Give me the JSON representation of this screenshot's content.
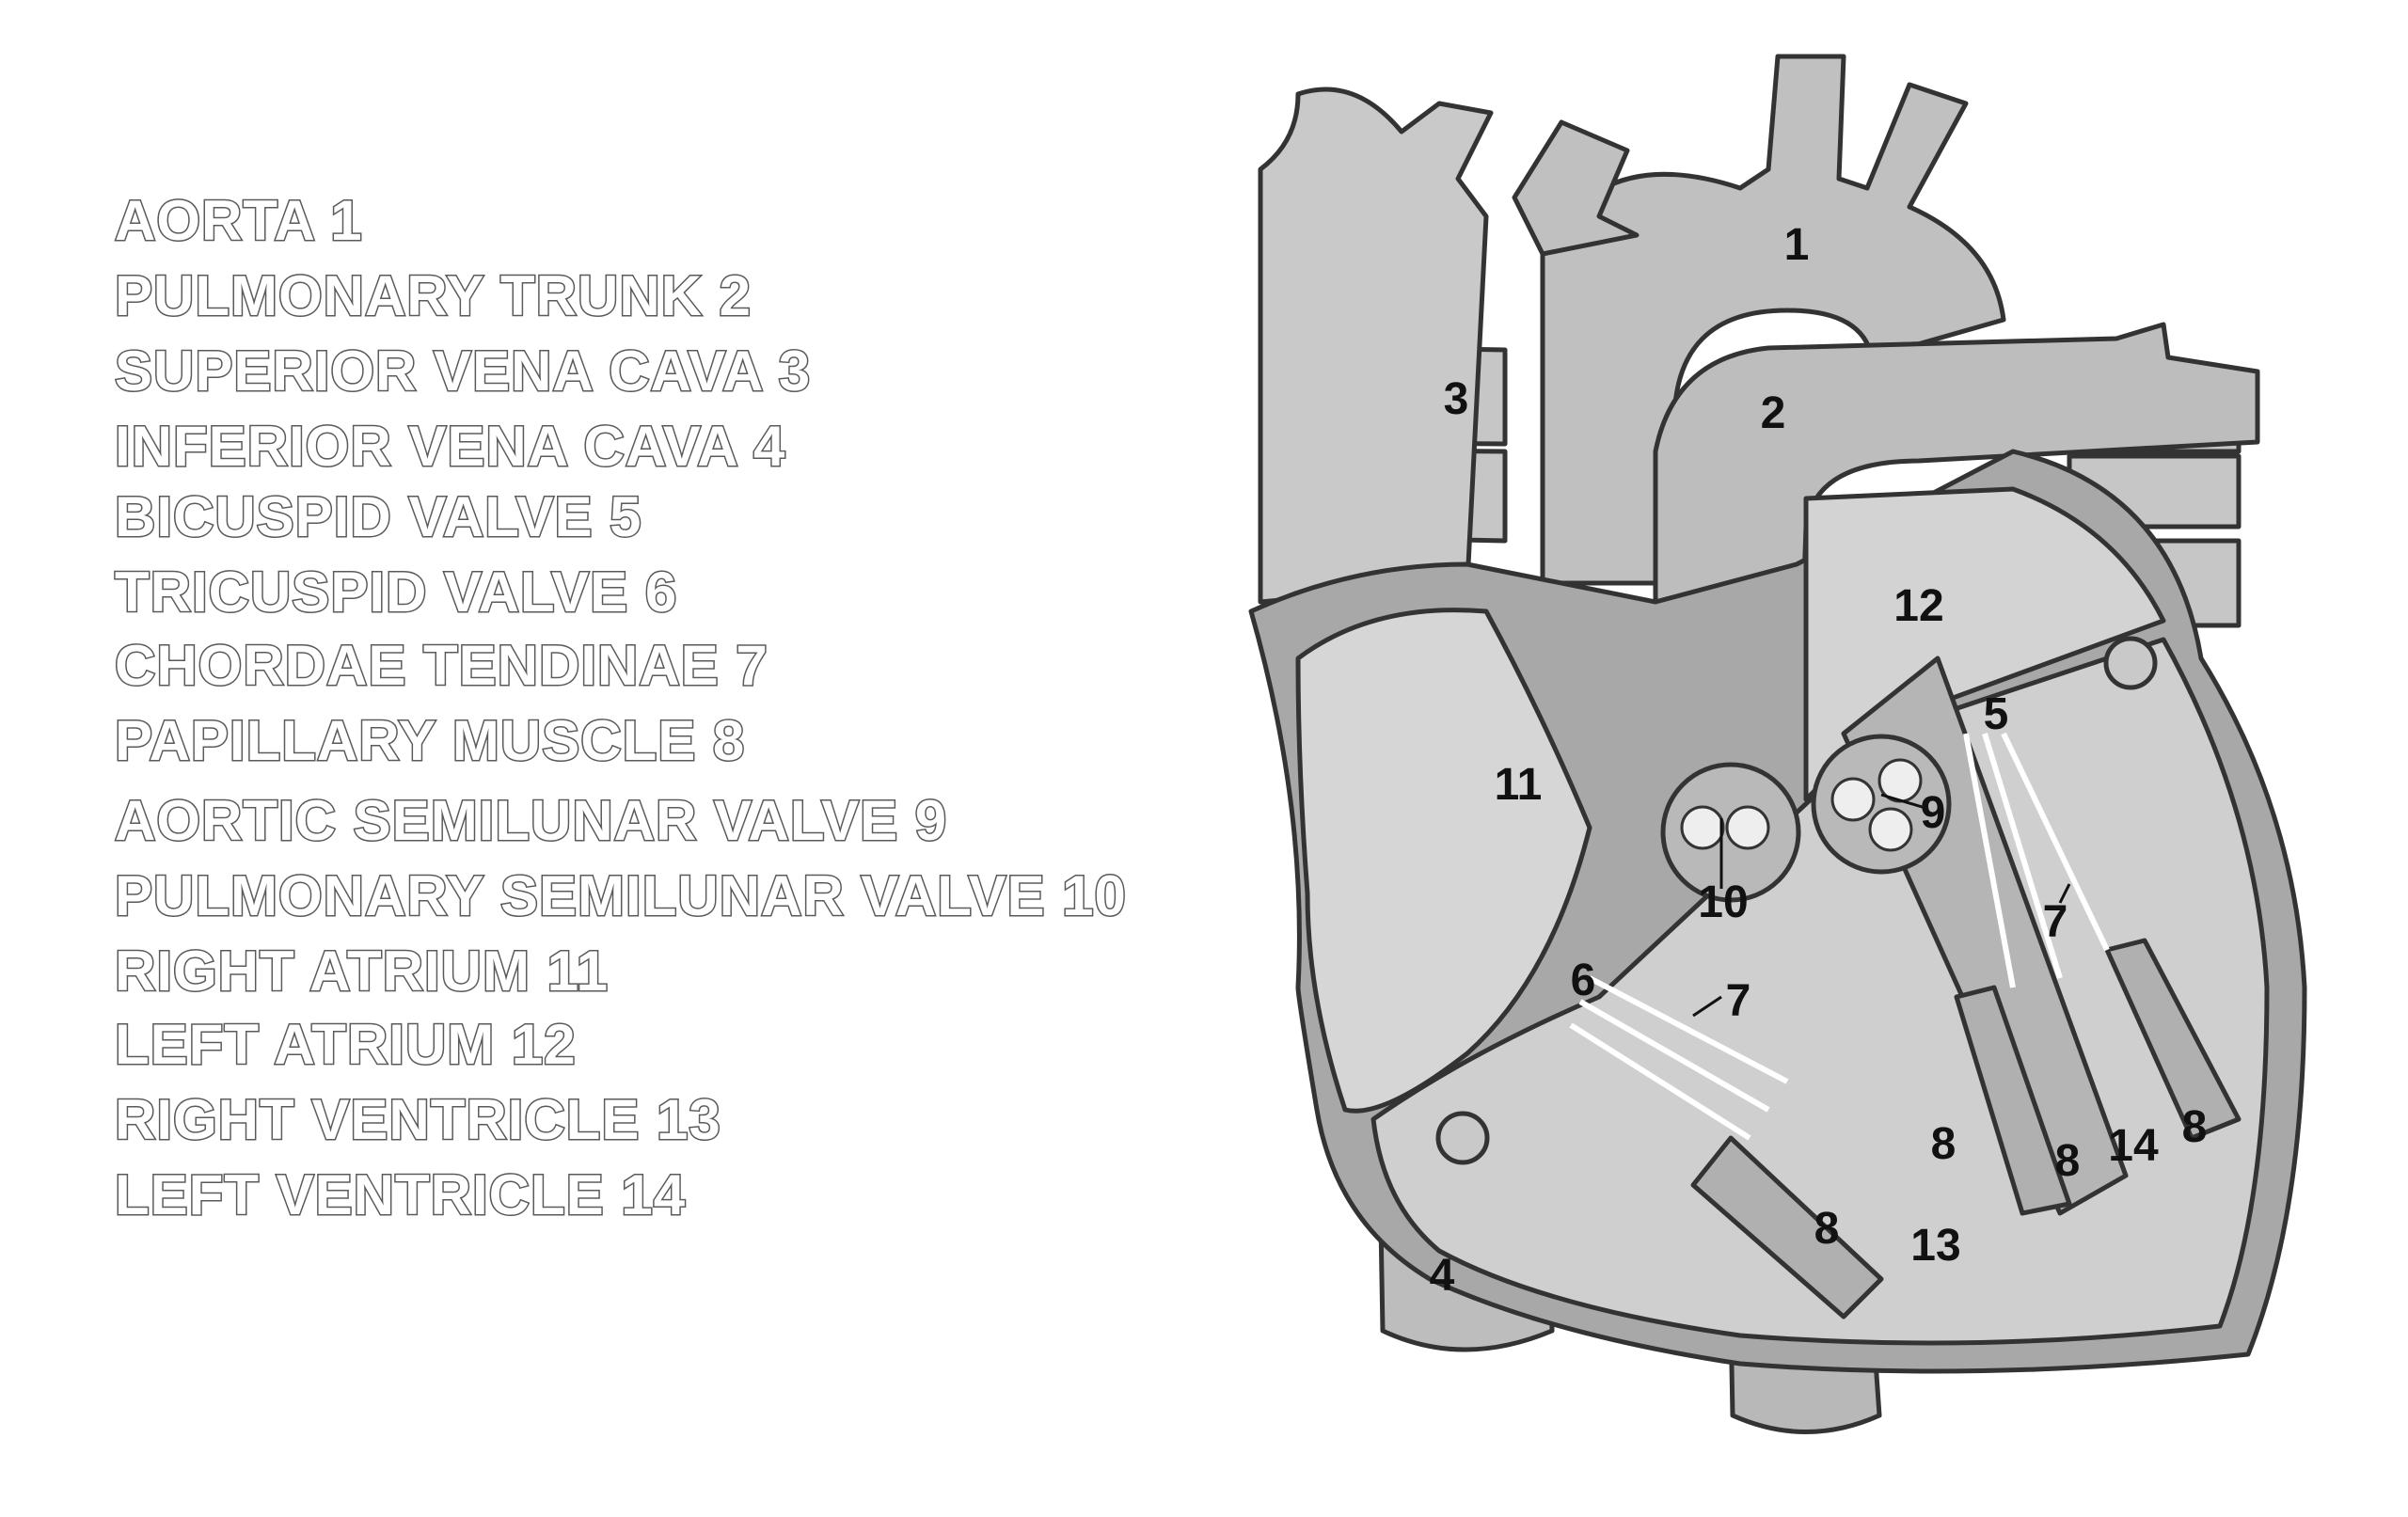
{
  "legend": [
    "AORTA 1",
    "PULMONARY TRUNK 2",
    "SUPERIOR VENA CAVA 3",
    "INFERIOR VENA CAVA 4",
    "BICUSPID VALVE  5",
    "TRICUSPID VALVE 6",
    "CHORDAE TENDINAE 7",
    "PAPILLARY MUSCLE 8",
    "AORTIC SEMILUNAR VALVE 9",
    "PULMONARY SEMILUNAR VALVE 10",
    "RIGHT ATRIUM 11",
    "LEFT ATRIUM 12",
    "RIGHT VENTRICLE 13",
    "LEFT VENTRICLE 14"
  ],
  "labels": {
    "aorta": "1",
    "pulmonary_trunk": "2",
    "superior_vena_cava": "3",
    "inferior_vena_cava": "4",
    "bicuspid_valve": "5",
    "tricuspid_valve": "6",
    "chordae_right": "7",
    "chordae_left": "7",
    "papillary_rv_upper": "8",
    "papillary_rv_lower": "8",
    "papillary_lv_mid": "8",
    "papillary_lv_right": "8",
    "aortic_semilunar_valve": "9",
    "pulmonary_semilunar_valve": "10",
    "right_atrium": "11",
    "left_atrium": "12",
    "right_ventricle": "13",
    "left_ventricle": "14"
  }
}
